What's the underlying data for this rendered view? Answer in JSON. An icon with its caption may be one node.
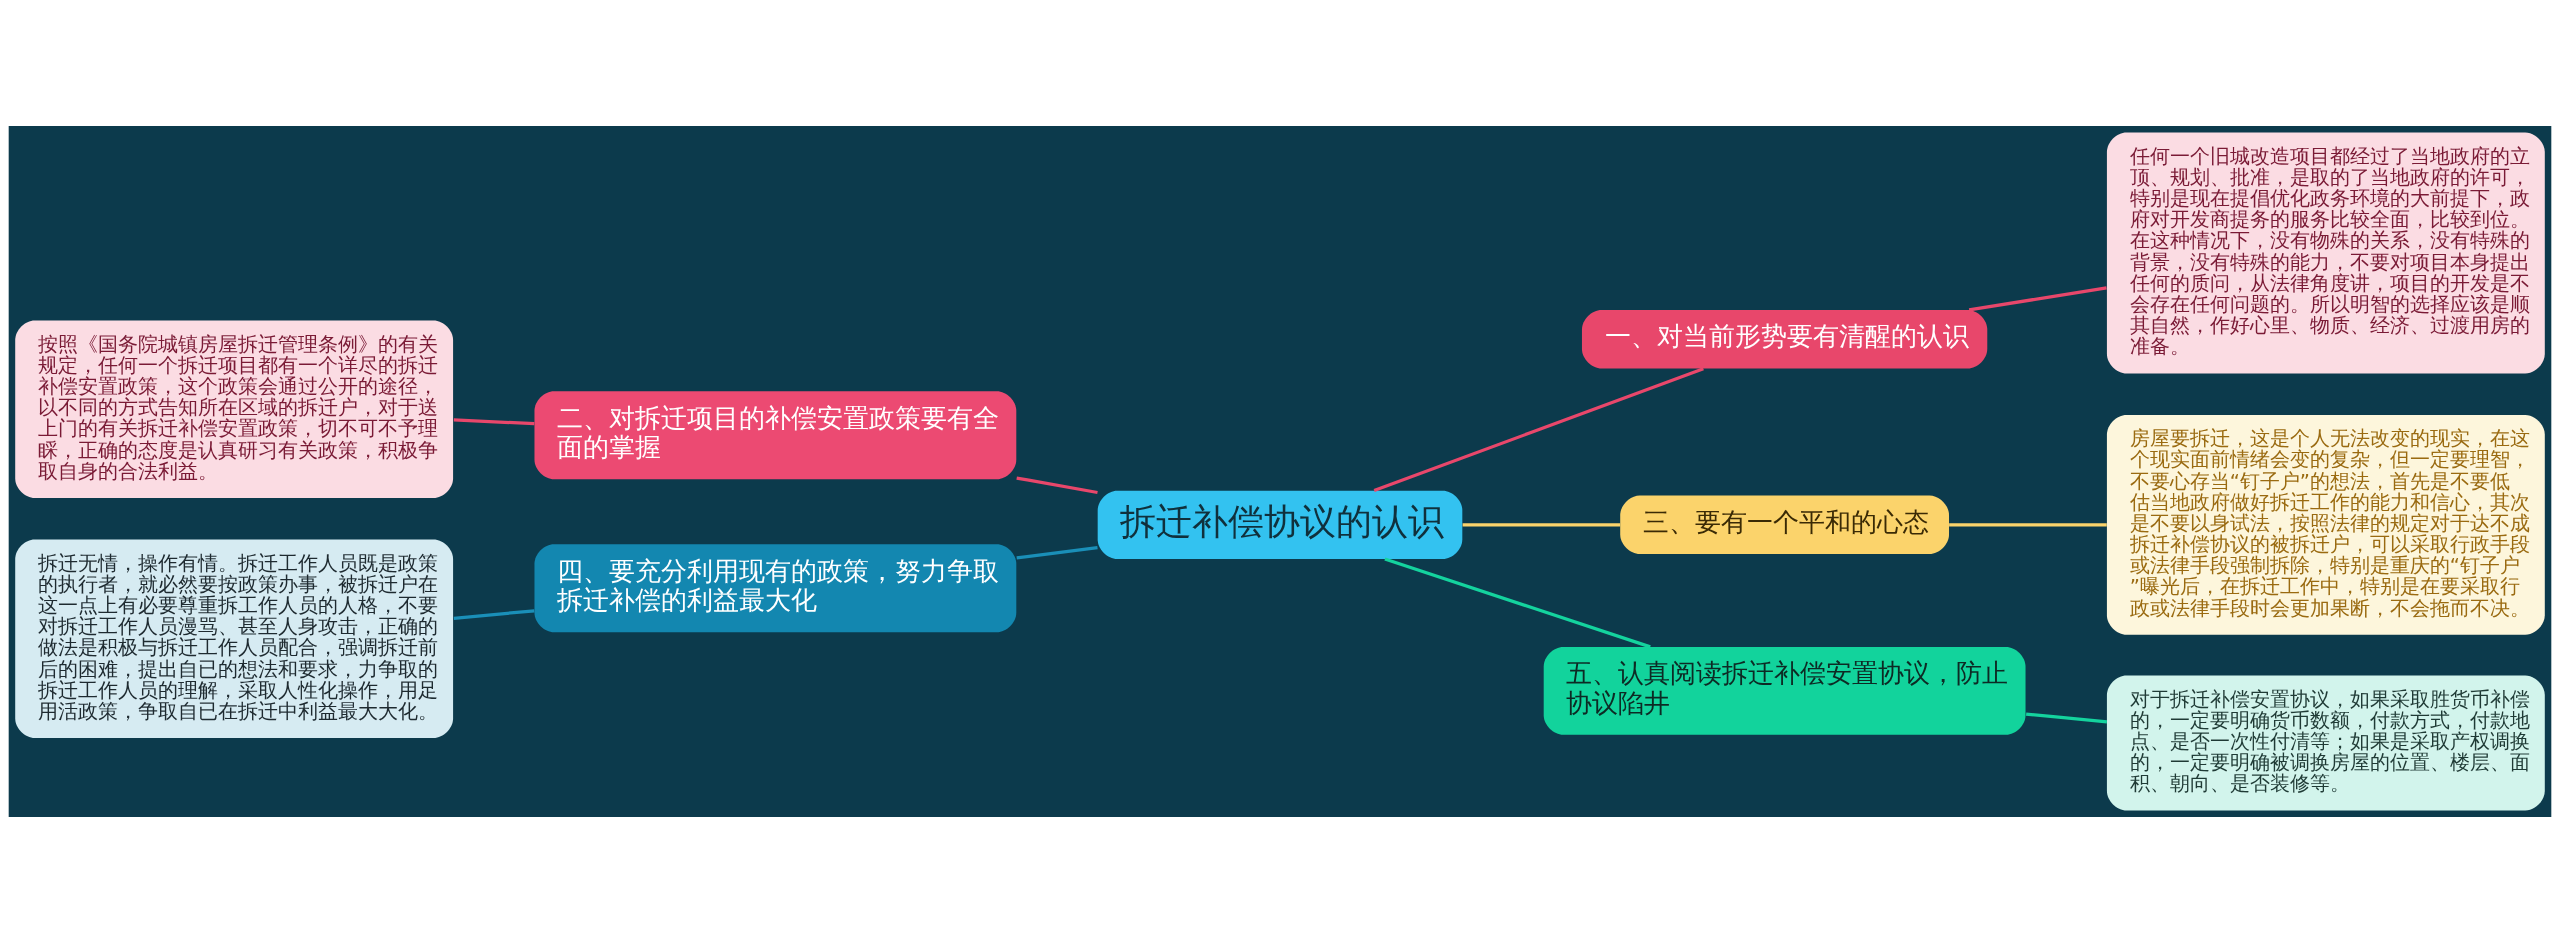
{
  "diagram": {
    "nodes": [
      {
        "text": [
          "拆迁补偿协议的认识"
        ]
      },
      {
        "text": [
          "一、对当前形势要有清醒的认识"
        ]
      },
      {
        "text": [
          "任何一个旧城改造项目都经过了当地政府的立顶、规划、批准，是取的了当地政府的许可，特别是现在提倡优化政务环境的大前提下，政府对开发商提务的服务比较全面，比较到位。在这种情况下，没有物殊的关系，没有特殊的背景，没有特殊的能力，不要对项目本身提出任何的质问，从法律角度讲，项目的开发是不会存在任何问题的。所以明智的选择应该是顺其自然，作好心里、物质、经济、过渡用房的准备。"
        ]
      },
      {
        "text": [
          "二、对拆迁项目的补偿安置政策要有全面的掌握"
        ]
      },
      {
        "text": [
          "按照《国务院城镇房屋拆迁管理条例》的有关规定，任何一个拆迁项目都有一个详尽的拆迁补偿安置政策，这个政策会通过公开的途径，以不同的方式告知所在区域的拆迁户，对于送上门的有关拆迁补偿安置政策，切不可不予理睬，正确的态度是认真研习有关政策，积极争取自身的合法利益。"
        ]
      },
      {
        "text": [
          "三、要有一个平和的心态"
        ]
      },
      {
        "text": [
          "房屋要拆迁，这是个人无法改变的现实，在这个现实面前情绪会变的复杂，但一定要理智，不要心存当“钉子户”的想法，首先是不要低估当地政府做好拆迁工作的能力和信心，其次是不要以身试法，按照法律的规定对于达不成拆迁补偿协议的被拆迁户，可以采取行政手段或法律手段强制拆除，特别是重庆的“钉子户”曝光后，在拆迁工作中，特别是在要采取行政或法律手段时会更加果断，不会拖而不决。"
        ]
      },
      {
        "text": [
          "四、要充分利用现有的政策，努力争取拆迁补偿的利益最大化"
        ]
      },
      {
        "text": [
          "拆迁无情，操作有情。拆迁工作人员既是政策的执行者，就必然要按政策办事，被拆迁户在这一点上有必要尊重拆工作人员的人格，不要对拆迁工作人员漫骂、甚至人身攻击，正确的做法是积极与拆迁工作人员配合，强调拆迁前后的困难，提出自已的想法和要求，力争取的拆迁工作人员的理解，采取人性化操作，用足用活政策，争取自已在拆迁中利益最大大化。"
        ]
      },
      {
        "text": [
          "五、认真阅读拆迁补偿安置协议，防止协议陷井"
        ]
      },
      {
        "text": [
          "对于拆迁补偿安置协议，如果采取胜货币补偿的，一定要明确货币数额，付款方式，付款地点、是否一次性付清等；如果是采取产权调换的，一定要明确被调换房屋的位置、楼层、面积、朝向、是否装修等。"
        ]
      }
    ],
    "edges": [
      {
        "from": 0,
        "to": 1,
        "arrow": "none",
        "color": "#e8476b"
      },
      {
        "from": 1,
        "to": 2,
        "arrow": "none",
        "color": "#e8476b"
      },
      {
        "from": 0,
        "to": 3,
        "arrow": "none",
        "color": "#e8476b"
      },
      {
        "from": 3,
        "to": 4,
        "arrow": "none",
        "color": "#e8476b"
      },
      {
        "from": 0,
        "to": 5,
        "arrow": "none",
        "color": "#fbd36b"
      },
      {
        "from": 5,
        "to": 6,
        "arrow": "none",
        "color": "#fbd36b"
      },
      {
        "from": 0,
        "to": 7,
        "arrow": "none",
        "color": "#1a8fb8"
      },
      {
        "from": 7,
        "to": 8,
        "arrow": "none",
        "color": "#1a8fb8"
      },
      {
        "from": 0,
        "to": 9,
        "arrow": "none",
        "color": "#14d39e"
      },
      {
        "from": 9,
        "to": 10,
        "arrow": "none",
        "color": "#14d39e"
      }
    ]
  }
}
